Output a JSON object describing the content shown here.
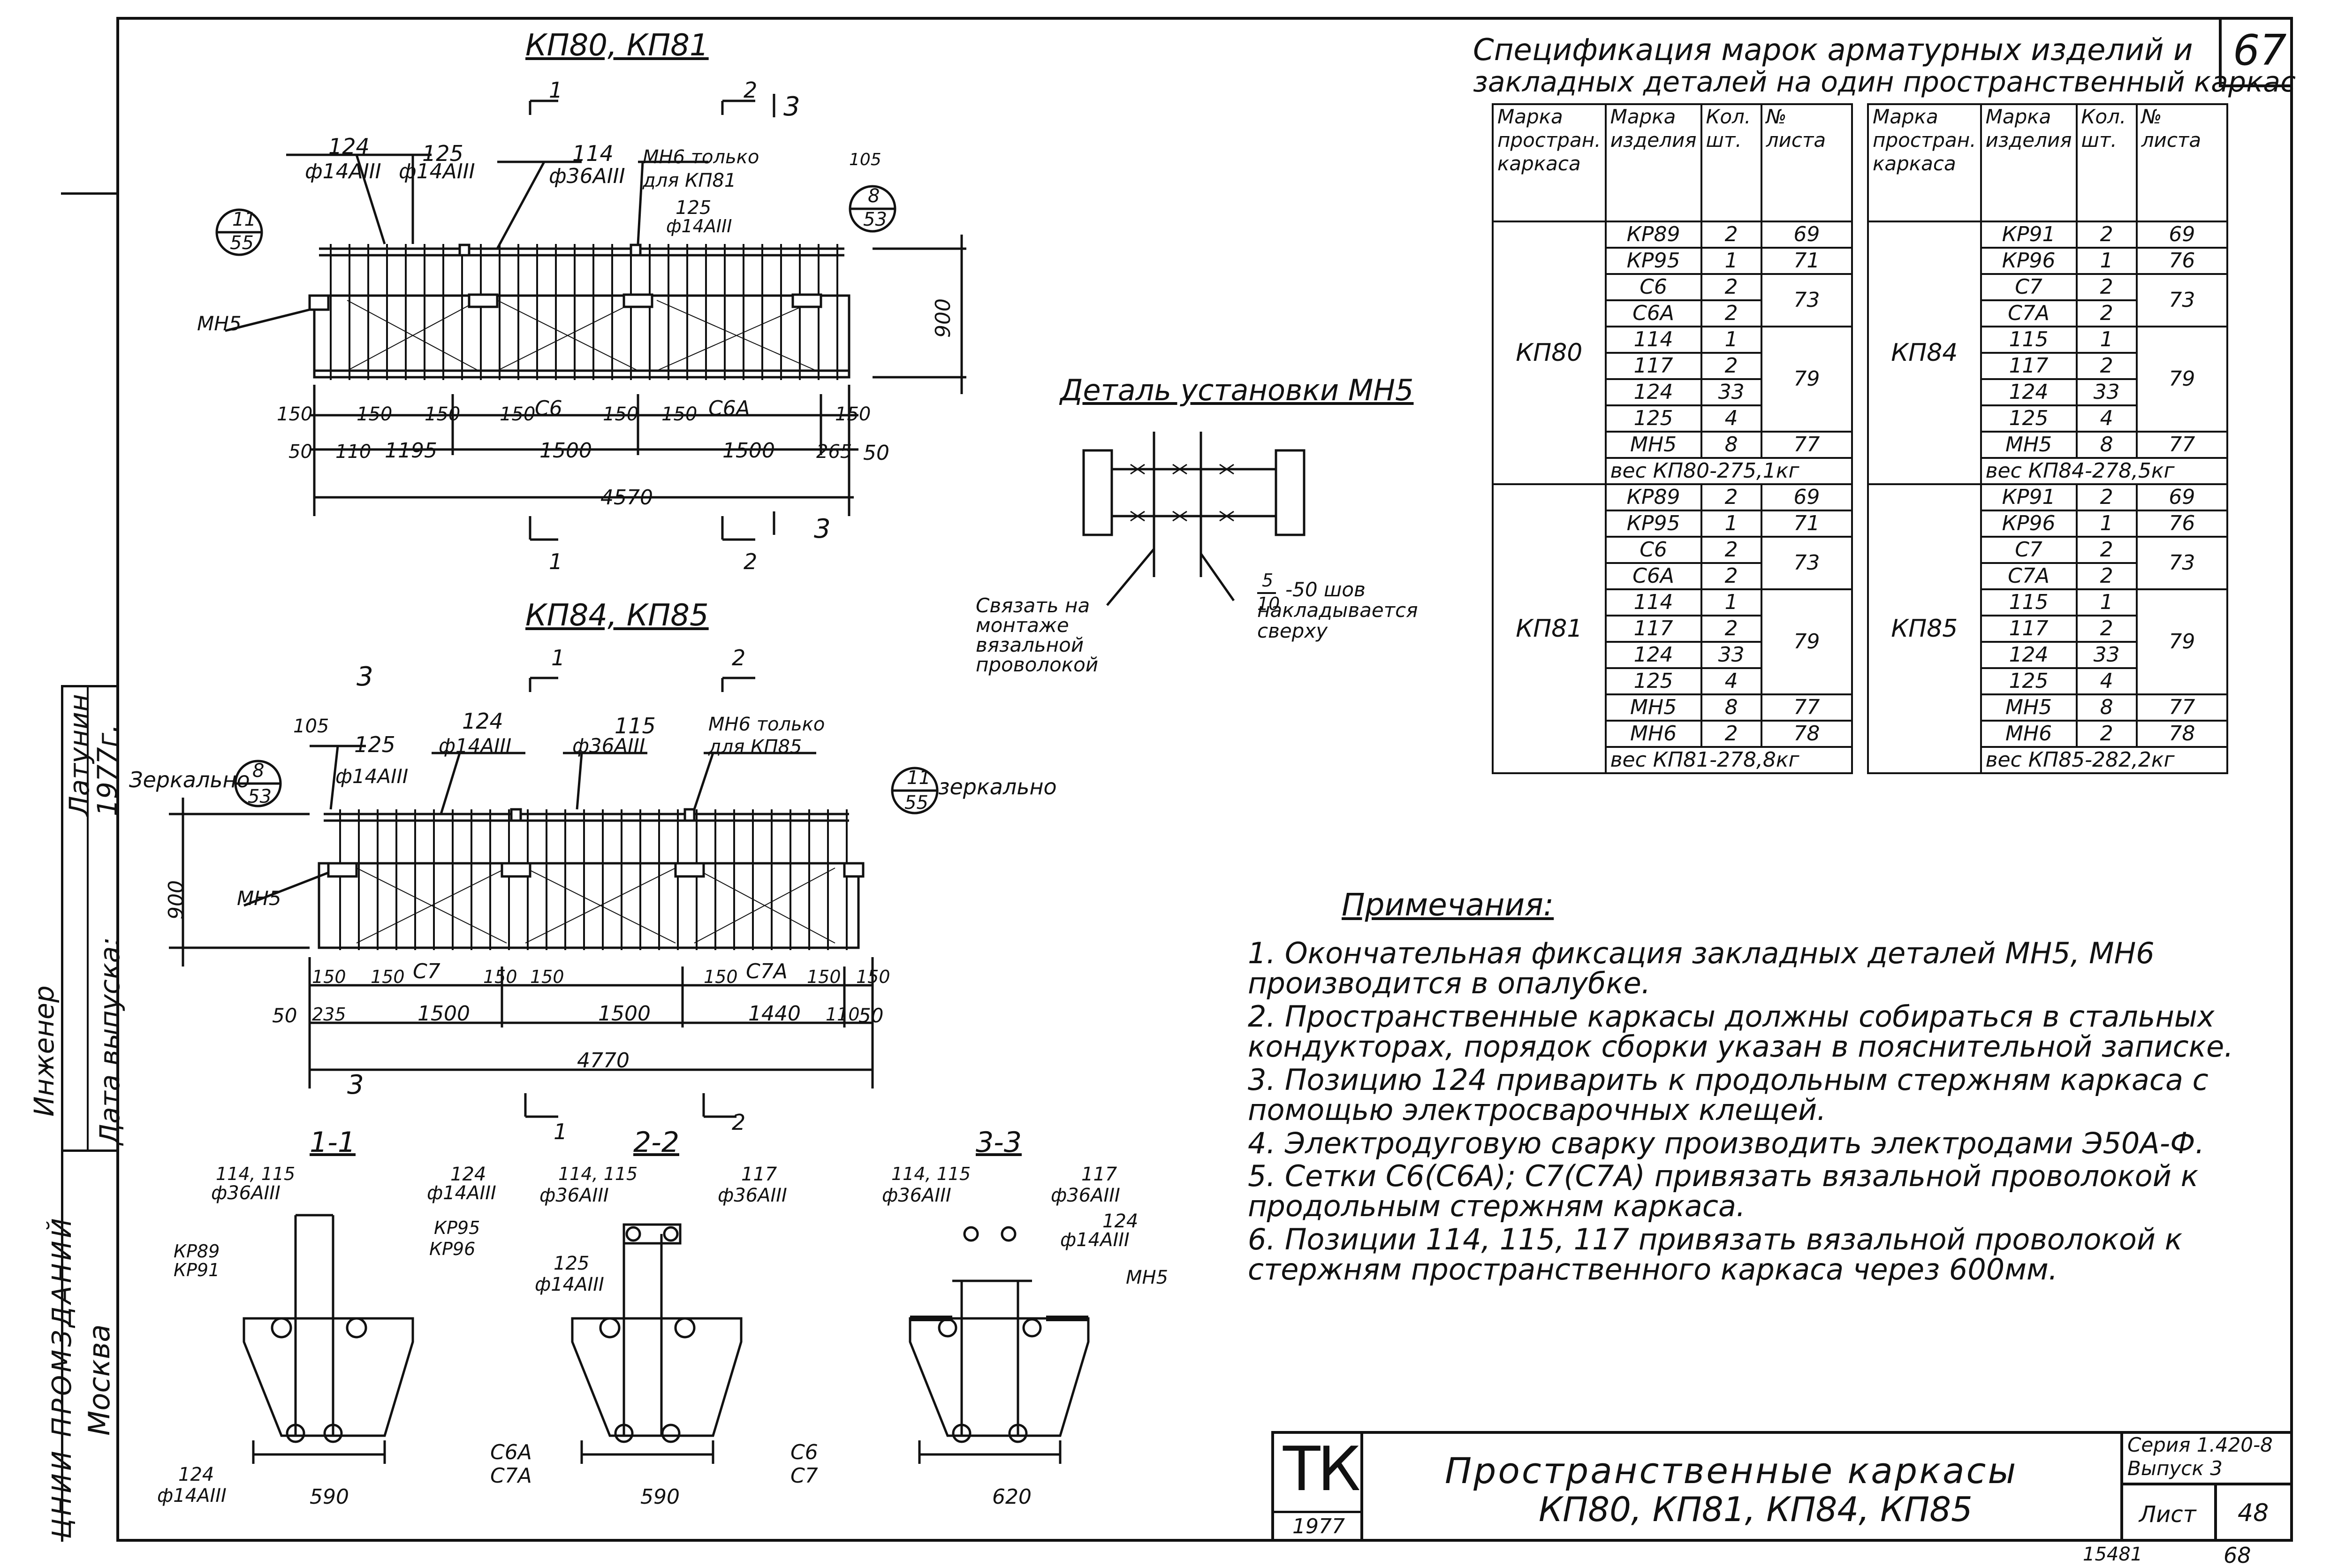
{
  "page_number": "67",
  "sheet_bottom_number": "68",
  "archive_number": "15481",
  "left_margin": {
    "role_engineer": "Инженер",
    "name_engineer": "Латунин",
    "role_date": "Дата выпуска:",
    "date_value": "1977г.",
    "city": "Москва",
    "org": "ЦНИИ ПРОМЗДАНИЙ"
  },
  "drawings": {
    "kp80_title": "КП80, КП81",
    "kp84_title": "КП84, КП85",
    "detail_title": "Деталь установки МН5",
    "detail_note_left": "Связать на монтаже вязальной проволокой",
    "detail_note_right_frac_num": "5",
    "detail_note_right_frac_den": "10",
    "detail_note_right_text": "-50 шов накладывается сверху",
    "kp80": {
      "callout_124": "124",
      "callout_124_dia": "ф14АIII",
      "callout_125": "125",
      "callout_125_dia": "ф14АIII",
      "callout_114": "114",
      "callout_114_dia": "ф36АIII",
      "callout_mh6": "МН6 только для КП81",
      "callout_125b": "125",
      "callout_125b_dia": "ф14АIII",
      "section_left_num": "11",
      "section_left_den": "55",
      "section_right_num": "8",
      "section_right_den": "53",
      "mh5_label": "МН5",
      "height_dim": "900",
      "dim_105": "105",
      "dims_row1": [
        "150",
        "150",
        "150",
        "150",
        "С6",
        "150",
        "150",
        "С6А",
        "150"
      ],
      "dims_row2": [
        "50",
        "110",
        "1195",
        "1500",
        "1500",
        "265",
        "50"
      ],
      "total_length": "4570",
      "cut_1": "1",
      "cut_2": "2",
      "cut_3": "3"
    },
    "kp84": {
      "mirror_left": "Зеркально",
      "mirror_right": "зеркально",
      "section_left_num": "8",
      "section_left_den": "53",
      "section_right_num": "11",
      "section_right_den": "55",
      "callout_125": "125",
      "callout_125_dia": "ф14АIII",
      "callout_124": "124",
      "callout_124_dia": "ф14АIII",
      "callout_115": "115",
      "callout_115_dia": "ф36АIII",
      "callout_mh6": "МН6 только для КП85",
      "mh5_label": "МН5",
      "height_dim": "900",
      "dim_105": "105",
      "dims_row1": [
        "150",
        "150",
        "С7",
        "150",
        "150",
        "150",
        "С7А",
        "150",
        "150"
      ],
      "dims_row2": [
        "50",
        "235",
        "1500",
        "1500",
        "1440",
        "110",
        "50"
      ],
      "total_length": "4770",
      "cut_1": "1",
      "cut_2": "2",
      "cut_3": "3"
    },
    "section_1": {
      "title": "1-1",
      "c_114": "114, 115",
      "c_114_dia": "ф36АIII",
      "c_124": "124",
      "c_124_dia": "ф14АIII",
      "c_kp89": "КР89",
      "c_kp91": "КР91",
      "c_kp95": "КР95",
      "c_kp96": "КР96",
      "c_124b": "124",
      "c_124b_dia": "ф14АIII",
      "width": "590"
    },
    "section_2": {
      "title": "2-2",
      "c_114": "114, 115",
      "c_114_dia": "ф36АIII",
      "c_117": "117",
      "c_117_dia": "ф36АIII",
      "c_125": "125",
      "c_125_dia": "ф14АIII",
      "c_c6a": "С6А",
      "c_c7a": "С7А",
      "c_c6": "С6",
      "c_c7": "С7",
      "width": "590"
    },
    "section_3": {
      "title": "3-3",
      "c_114": "114, 115",
      "c_114_dia": "ф36АIII",
      "c_117": "117",
      "c_117_dia": "ф36АIII",
      "c_124": "124",
      "c_124_dia": "ф14АIII",
      "c_mh5": "МН5",
      "width": "620"
    }
  },
  "spec": {
    "title_line1": "Спецификация марок арматурных изделий и",
    "title_line2": "закладных деталей на один пространственный каркас",
    "headers": [
      "Марка простран. каркаса",
      "Марка изделия",
      "Кол. шт.",
      "№ листа"
    ],
    "left_groups": [
      {
        "frame": "КП80",
        "rows": [
          [
            "КР89",
            "2",
            "69"
          ],
          [
            "КР95",
            "1",
            "71"
          ],
          [
            "С6",
            "2",
            "73"
          ],
          [
            "С6А",
            "2",
            ""
          ],
          [
            "114",
            "1",
            "79"
          ],
          [
            "117",
            "2",
            ""
          ],
          [
            "124",
            "33",
            ""
          ],
          [
            "125",
            "4",
            ""
          ],
          [
            "МН5",
            "8",
            "77"
          ]
        ],
        "weight": "вес КП80-275,1кг"
      },
      {
        "frame": "КП81",
        "rows": [
          [
            "КР89",
            "2",
            "69"
          ],
          [
            "КР95",
            "1",
            "71"
          ],
          [
            "С6",
            "2",
            "73"
          ],
          [
            "С6А",
            "2",
            ""
          ],
          [
            "114",
            "1",
            "79"
          ],
          [
            "117",
            "2",
            ""
          ],
          [
            "124",
            "33",
            ""
          ],
          [
            "125",
            "4",
            ""
          ],
          [
            "МН5",
            "8",
            "77"
          ],
          [
            "МН6",
            "2",
            "78"
          ]
        ],
        "weight": "вес КП81-278,8кг"
      }
    ],
    "right_groups": [
      {
        "frame": "КП84",
        "rows": [
          [
            "КР91",
            "2",
            "69"
          ],
          [
            "КР96",
            "1",
            "76"
          ],
          [
            "С7",
            "2",
            "73"
          ],
          [
            "С7А",
            "2",
            ""
          ],
          [
            "115",
            "1",
            "79"
          ],
          [
            "117",
            "2",
            ""
          ],
          [
            "124",
            "33",
            ""
          ],
          [
            "125",
            "4",
            ""
          ],
          [
            "МН5",
            "8",
            "77"
          ]
        ],
        "weight": "вес КП84-278,5кг"
      },
      {
        "frame": "КП85",
        "rows": [
          [
            "КР91",
            "2",
            "69"
          ],
          [
            "КР96",
            "1",
            "76"
          ],
          [
            "С7",
            "2",
            "73"
          ],
          [
            "С7А",
            "2",
            ""
          ],
          [
            "115",
            "1",
            "79"
          ],
          [
            "117",
            "2",
            ""
          ],
          [
            "124",
            "33",
            ""
          ],
          [
            "125",
            "4",
            ""
          ],
          [
            "МН5",
            "8",
            "77"
          ],
          [
            "МН6",
            "2",
            "78"
          ]
        ],
        "weight": "вес КП85-282,2кг"
      }
    ]
  },
  "notes": {
    "title": "Примечания:",
    "items": [
      "1. Окончательная фиксация закладных деталей МН5, МН6 производится в опалубке.",
      "2. Пространственные каркасы должны собираться в стальных кондукторах, порядок сборки указан в пояснительной записке.",
      "3. Позицию 124 приварить к продольным стержням каркаса с помощью электросварочных клещей.",
      "4. Электродуговую сварку производить электродами Э50А-Ф.",
      "5. Сетки С6(С6А); С7(С7А) привязать вязальной проволокой к продольным стержням каркаса.",
      "6. Позиции 114, 115, 117 привязать вязальной проволокой к стержням пространственного каркаса через 600мм."
    ]
  },
  "title_block": {
    "logo": "ТК",
    "year": "1977",
    "title_line1": "Пространственные каркасы",
    "title_line2": "КП80, КП81, КП84, КП85",
    "series_label": "Серия 1.420-8",
    "issue_label": "Выпуск 3",
    "sheet_label": "Лист",
    "sheet_value": "48"
  }
}
